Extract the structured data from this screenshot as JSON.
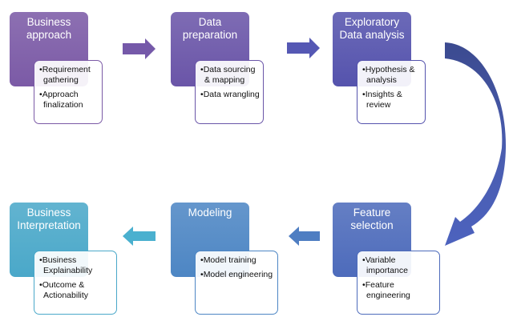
{
  "diagram": {
    "steps": [
      {
        "title": "Business approach",
        "color": "#7b5aa6",
        "bullets": [
          "Requirement gathering",
          "Approach finalization"
        ]
      },
      {
        "title": "Data preparation",
        "color": "#6a55a8",
        "bullets": [
          "Data sourcing & mapping",
          "Data wrangling"
        ]
      },
      {
        "title": "Exploratory Data analysis",
        "color": "#5553ad",
        "bullets": [
          "Hypothesis & analysis",
          "Insights & review"
        ]
      },
      {
        "title": "Feature selection",
        "color": "#4d6bbb",
        "bullets": [
          "Variable importance",
          "Feature engineering"
        ]
      },
      {
        "title": "Modeling",
        "color": "#4d86c4",
        "bullets": [
          "Model training",
          "Model engineering"
        ]
      },
      {
        "title": "Business Interpretation",
        "color": "#4aa8c9",
        "bullets": [
          "Business Explainability",
          "Outcome & Actionability"
        ]
      }
    ],
    "arrows": [
      {
        "from": "Business approach",
        "to": "Data preparation",
        "direction": "right",
        "color": "#7559a9"
      },
      {
        "from": "Data preparation",
        "to": "Exploratory Data analysis",
        "direction": "right",
        "color": "#5558b4"
      },
      {
        "from": "Exploratory Data analysis",
        "to": "Feature selection",
        "direction": "curved-down",
        "color": "#4b5fb5"
      },
      {
        "from": "Feature selection",
        "to": "Modeling",
        "direction": "left",
        "color": "#4f7ec2"
      },
      {
        "from": "Modeling",
        "to": "Business Interpretation",
        "direction": "left",
        "color": "#4ab0cf"
      }
    ]
  }
}
